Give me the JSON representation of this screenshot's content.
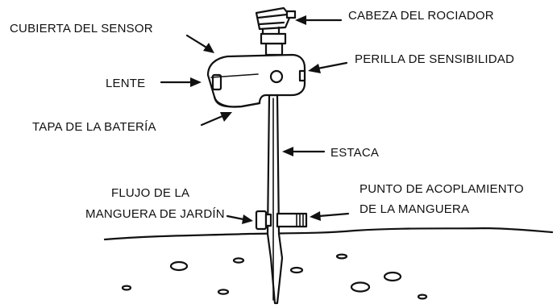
{
  "labels": {
    "sprinkler_head": "CABEZA DEL ROCIADOR",
    "sensor_cover": "CUBIERTA DEL SENSOR",
    "sensitivity_knob": "PERILLA DE SENSIBILIDAD",
    "lens": "LENTE",
    "battery_cover": "TAPA DE LA BATERÍA",
    "stake": "ESTACA",
    "hose_flow_line1": "FLUJO DE LA",
    "hose_flow_line2": "MANGUERA DE JARDÍN",
    "hose_coupling_line1": "PUNTO DE ACOPLAMIENTO",
    "hose_coupling_line2": "DE LA MANGUERA"
  }
}
